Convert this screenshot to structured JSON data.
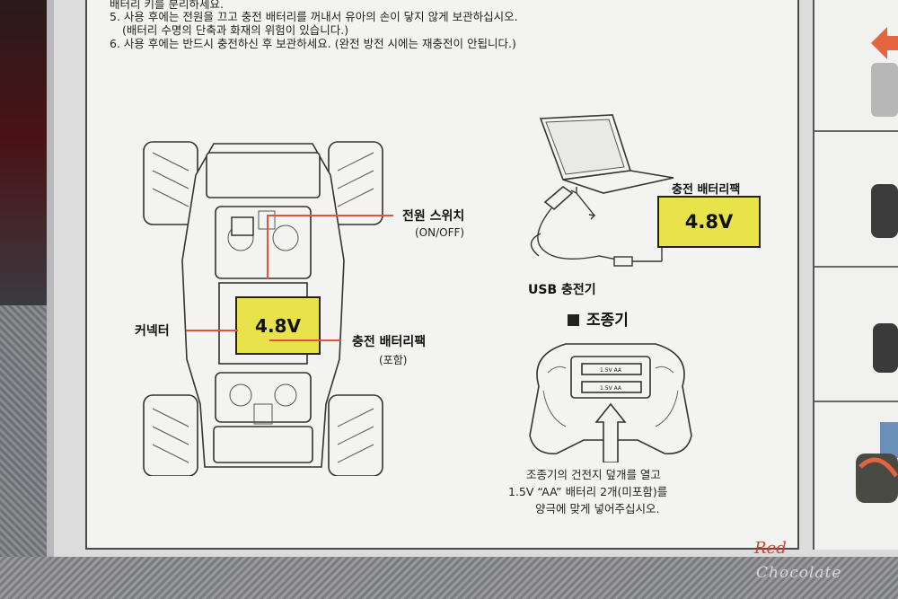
{
  "instructions": {
    "line_top_partial": "배터리 키를 분리하세요.",
    "line5": "5. 사용 후에는 전원을 끄고 충전 배터리를 꺼내서 유아의 손이 닿지 않게 보관하십시오.",
    "line5_sub": "(배터리 수명의 단축과 화재의 위험이 있습니다.)",
    "line6": "6. 사용 후에는 반드시 충전하신 후 보관하세요. (완전 방전 시에는 재충전이 안됩니다.)"
  },
  "car_diagram": {
    "power_switch_label": "전원 스위치",
    "power_switch_sub": "(ON/OFF)",
    "connector_label": "커넥터",
    "battery_voltage": "4.8V",
    "battery_label": "충전 배터리팩",
    "battery_sub": "(포함)"
  },
  "charger_diagram": {
    "battery_label": "충전 배터리팩",
    "battery_voltage": "4.8V",
    "usb_label": "USB 충전기"
  },
  "controller_section": {
    "title": "조종기",
    "battery_slot_1": "1.5V AA",
    "battery_slot_2": "1.5V AA",
    "caption_line1": "조종기의 건전지 덮개를 열고",
    "caption_line2": "1.5V “AA” 배터리 2개(미포함)를",
    "caption_line3": "양극에 맞게 넣어주십시오."
  },
  "watermark": {
    "line1": "Red",
    "line2": "Chocolate"
  },
  "colors": {
    "label_yellow": "#e8e34a",
    "leader_red": "#e2553c",
    "watermark_red": "#e03a2a"
  }
}
